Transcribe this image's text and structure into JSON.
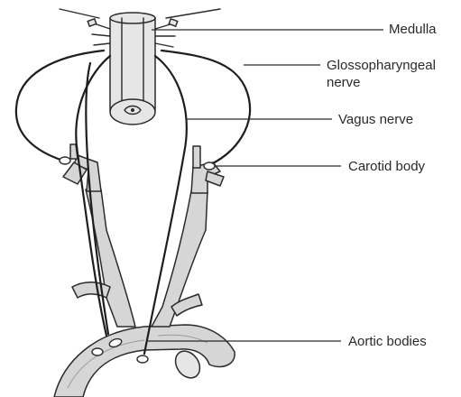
{
  "labels": {
    "medulla": "Medulla",
    "glossopharyngeal_line1": "Glossopharyngeal",
    "glossopharyngeal_line2": "nerve",
    "vagus": "Vagus nerve",
    "carotid": "Carotid body",
    "aortic": "Aortic bodies"
  }
}
